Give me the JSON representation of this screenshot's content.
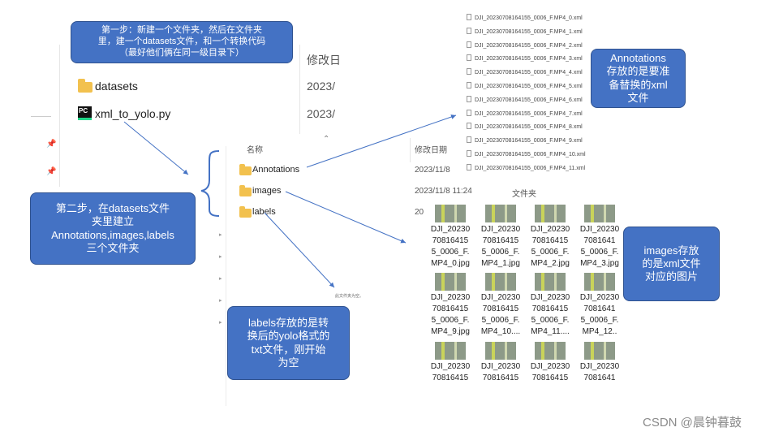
{
  "explorer1": {
    "header_date": "修改日",
    "rows": [
      {
        "name": "datasets",
        "date": "2023/"
      },
      {
        "name": "xml_to_yolo.py",
        "date": "2023/"
      }
    ],
    "py_icon_text": "PC"
  },
  "explorer2": {
    "header_name": "名称",
    "header_date": "修改日期",
    "rows": [
      {
        "name": "Annotations",
        "date": "2023/11/8"
      },
      {
        "name": "images",
        "date": "2023/11/8 11:24",
        "type": "文件夹"
      },
      {
        "name": "labels",
        "date": "20"
      }
    ],
    "empty_text": "此文件夹为空。"
  },
  "xml_files": [
    "DJI_20230708164155_0006_F.MP4_0.xml",
    "DJI_20230708164155_0006_F.MP4_1.xml",
    "DJI_20230708164155_0006_F.MP4_2.xml",
    "DJI_20230708164155_0006_F.MP4_3.xml",
    "DJI_20230708164155_0006_F.MP4_4.xml",
    "DJI_20230708164155_0006_F.MP4_5.xml",
    "DJI_20230708164155_0006_F.MP4_6.xml",
    "DJI_20230708164155_0006_F.MP4_7.xml",
    "DJI_20230708164155_0006_F.MP4_8.xml",
    "DJI_20230708164155_0006_F.MP4_9.xml",
    "DJI_20230708164155_0006_F.MP4_10.xml",
    "DJI_20230708164155_0006_F.MP4_11.xml"
  ],
  "images": [
    "DJI_20230\n70816415\n5_0006_F.\nMP4_0.jpg",
    "DJI_20230\n70816415\n5_0006_F.\nMP4_1.jpg",
    "DJI_20230\n70816415\n5_0006_F.\nMP4_2.jpg",
    "DJI_20230\n7081641\n5_0006_F.\nMP4_3.jpg",
    "DJI_20230\n70816415\n5_0006_F.\nMP4_9.jpg",
    "DJI_20230\n70816415\n5_0006_F.\nMP4_10....",
    "DJI_20230\n70816415\n5_0006_F.\nMP4_11....",
    "DJI_20230\n7081641\n5_0006_F.\nMP4_12..",
    "DJI_20230\n70816415",
    "DJI_20230\n70816415",
    "DJI_20230\n70816415",
    "DJI_20230\n7081641"
  ],
  "callouts": {
    "step1": "第一步：新建一个文件夹，然后在文件夹\n里，建一个datasets文件，和一个转换代码\n（最好他们俩在同一级目录下）",
    "step2": "第二步，在datasets文件\n夹里建立\nAnnotations,images,labels\n三个文件夹",
    "annotations": "Annotations\n存放的是要准\n备替换的xml\n文件",
    "images": "images存放\n的是xml文件\n对应的图片",
    "labels": "labels存放的是转\n换后的yolo格式的\ntxt文件，刚开始\n为空"
  },
  "colors": {
    "callout_bg": "#4472c4",
    "folder": "#f2c14e",
    "arrow": "#4472c4"
  },
  "watermark": "CSDN @晨钟暮鼓"
}
